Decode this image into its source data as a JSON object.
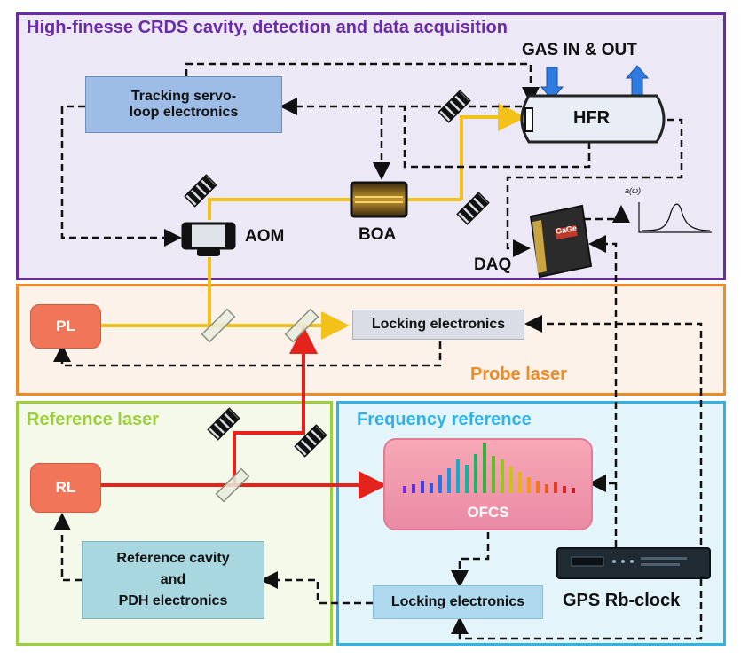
{
  "sections": {
    "crds": "High-finesse CRDS cavity, detection and data acquisition",
    "probe": "Probe laser",
    "reference": "Reference laser",
    "freqref": "Frequency reference"
  },
  "components": {
    "tracking": "Tracking servo-loop electronics",
    "gas": "GAS IN & OUT",
    "hfr": "HFR",
    "aom": "AOM",
    "boa": "BOA",
    "daq": "DAQ",
    "daq_card": "GaGe",
    "plot_axis": "a(ω)",
    "pl": "PL",
    "locking_probe": "Locking electronics",
    "rl": "RL",
    "refcav_1": "Reference cavity",
    "refcav_2": "and",
    "refcav_3": "PDH electronics",
    "ofcs": "OFCS",
    "locking_ref": "Locking electronics",
    "gps": "GPS Rb-clock"
  },
  "colors": {
    "crds": "#6a2ca6",
    "probe": "#f08a24",
    "reference": "#9ccf3c",
    "freqref": "#2fb3e6",
    "laser_probe": "#f2c21a",
    "laser_ref": "#e3231c"
  }
}
